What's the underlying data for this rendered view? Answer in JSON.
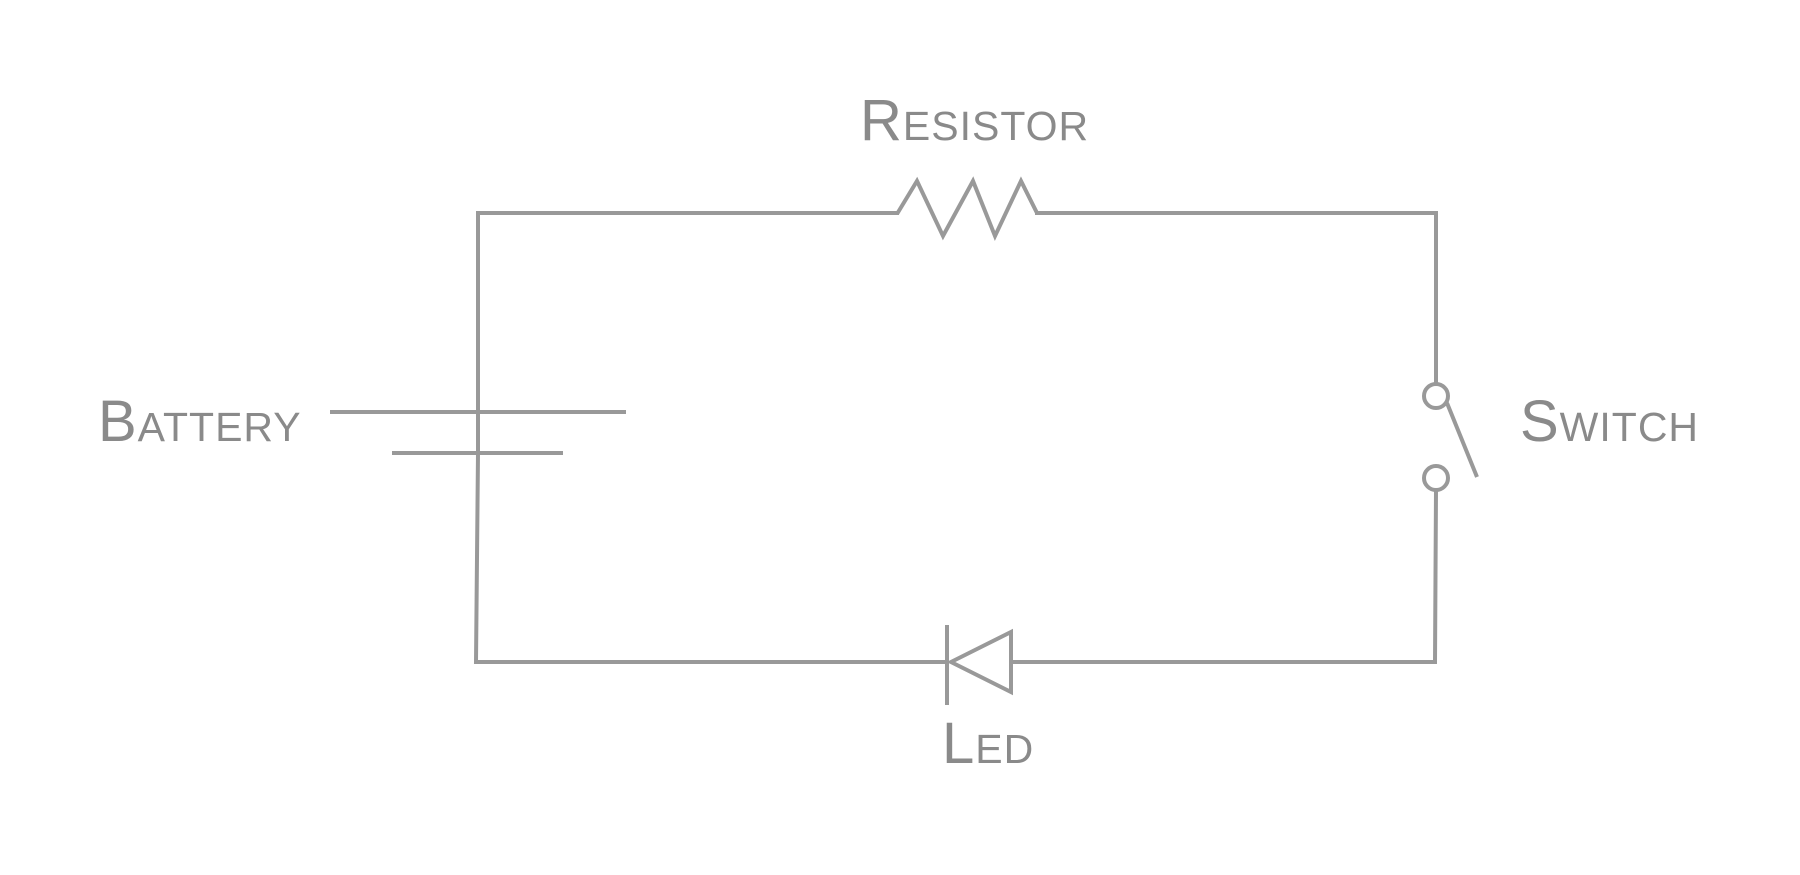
{
  "diagram": {
    "type": "circuit-schematic",
    "title": "",
    "components": [
      {
        "id": "resistor",
        "kind": "resistor",
        "label": "Resistor"
      },
      {
        "id": "battery",
        "kind": "battery",
        "label": "Battery"
      },
      {
        "id": "switch",
        "kind": "switch",
        "state": "open",
        "label": "Switch"
      },
      {
        "id": "led",
        "kind": "led",
        "label": "Led"
      }
    ],
    "connections": [
      [
        "battery",
        "resistor"
      ],
      [
        "resistor",
        "switch"
      ],
      [
        "switch",
        "led"
      ],
      [
        "led",
        "battery"
      ]
    ],
    "colors": {
      "line": "#999999",
      "text": "#8a8a8a",
      "background": "#ffffff"
    }
  }
}
